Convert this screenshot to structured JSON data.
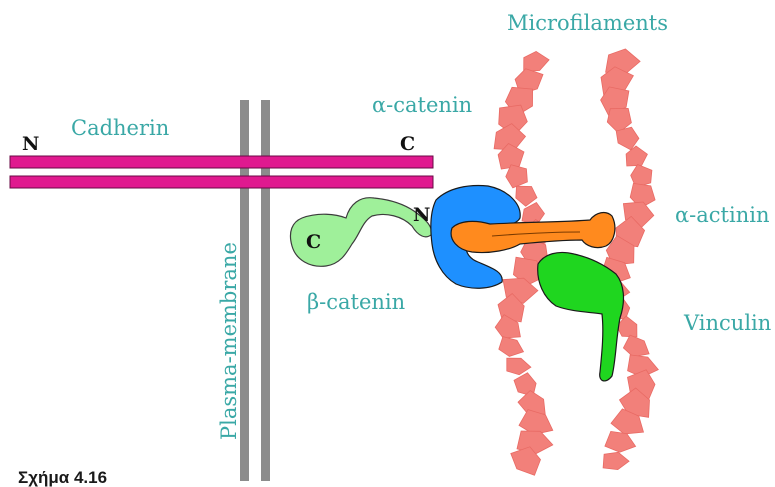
{
  "labels": {
    "microfilaments": "Microfilaments",
    "alpha_catenin": "α-catenin",
    "cadherin": "Cadherin",
    "alpha_actinin": "α-actinin",
    "beta_catenin": "β-catenin",
    "vinculin": "Vinculin",
    "plasma_membrane": "Plasma-membrane"
  },
  "termini": {
    "cadherin_n": "N",
    "cadherin_c": "C",
    "beta_catenin_c": "C",
    "beta_catenin_n": "N"
  },
  "caption": "Σχήμα 4.16",
  "colors": {
    "label_text": "#3aa8a6",
    "cadherin": "#e0198f",
    "membrane": "#8c8c8c",
    "actin": "#f2807a",
    "beta_catenin": "#9ff09a",
    "alpha_catenin": "#1e90ff",
    "alpha_actinin": "#ff8a1e",
    "vinculin": "#1fd61f"
  }
}
